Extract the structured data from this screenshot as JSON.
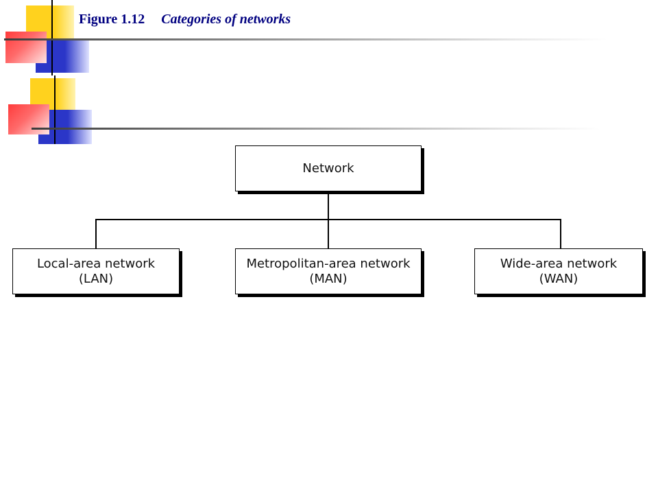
{
  "figure": {
    "number": "Figure 1.12",
    "caption": "Categories of networks"
  },
  "diagram": {
    "root": {
      "label": "Network"
    },
    "children": [
      {
        "line1": "Local-area network",
        "line2": "(LAN)"
      },
      {
        "line1": "Metropolitan-area network",
        "line2": "(MAN)"
      },
      {
        "line1": "Wide-area network",
        "line2": "(WAN)"
      }
    ]
  },
  "colors": {
    "title": "#000080",
    "deco_yellow": "#ffd21e",
    "deco_blue": "#2b36c8",
    "deco_red": "#ff3b3b"
  }
}
